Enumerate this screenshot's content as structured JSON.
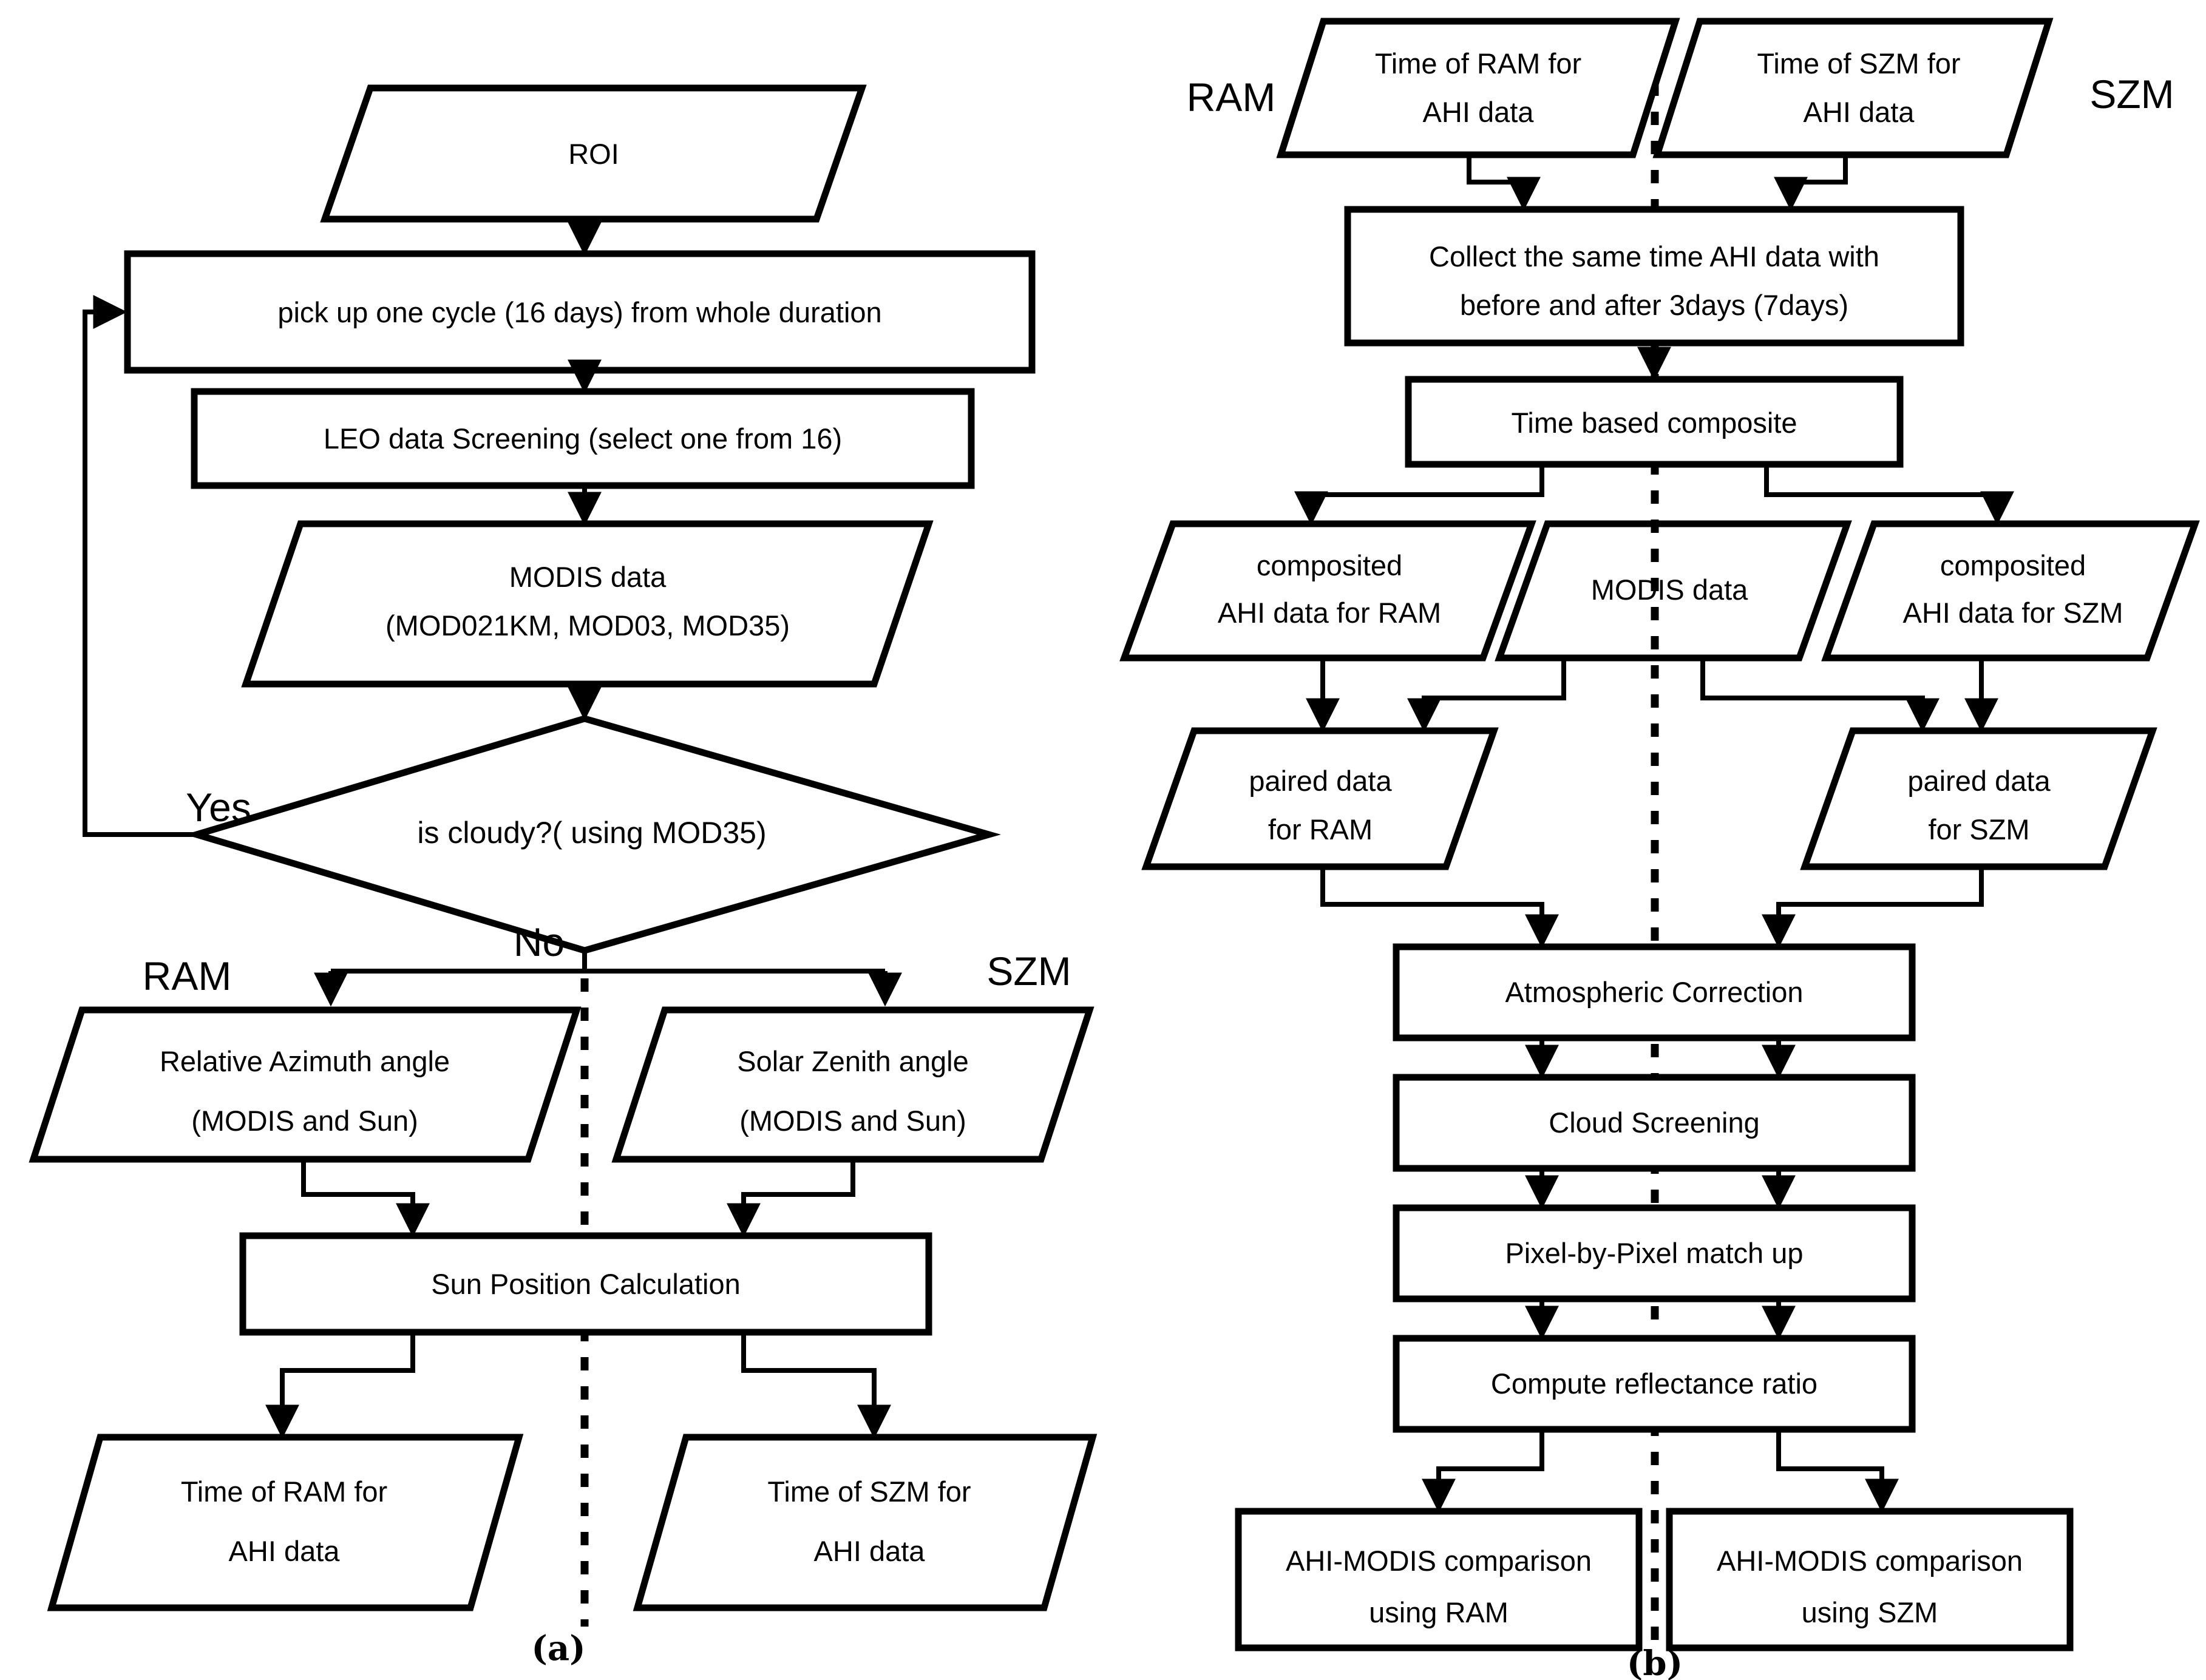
{
  "figure": {
    "panel_a_label": "(a)",
    "panel_b_label": "(b)"
  },
  "colors": {
    "ink": "#000000",
    "background": "#ffffff"
  },
  "a": {
    "roi": "ROI",
    "pickup": "pick up one cycle (16 days) from whole duration",
    "leo": "LEO data Screening (select one from 16)",
    "modis_line1": "MODIS data",
    "modis_line2": "(MOD021KM, MOD03, MOD35)",
    "decision": "is cloudy?( using MOD35)",
    "yes": "Yes",
    "no": "No",
    "ram": "RAM",
    "szm": "SZM",
    "relaz_line1": "Relative Azimuth angle",
    "relaz_line2": "(MODIS and Sun)",
    "solzen_line1": "Solar Zenith angle",
    "solzen_line2": "(MODIS and Sun)",
    "sun": "Sun Position Calculation",
    "time_ram_line1": "Time of RAM for",
    "time_ram_line2": "AHI data",
    "time_szm_line1": "Time of SZM for",
    "time_szm_line2": "AHI data"
  },
  "b": {
    "ram": "RAM",
    "szm": "SZM",
    "time_ram_line1": "Time of RAM for",
    "time_ram_line2": "AHI data",
    "time_szm_line1": "Time of SZM for",
    "time_szm_line2": "AHI data",
    "collect_line1": "Collect the same time AHI data with",
    "collect_line2": "before and after 3days (7days)",
    "composite": "Time based composite",
    "comp_ram_line1": "composited",
    "comp_ram_line2": "AHI data for RAM",
    "modis": "MODIS data",
    "comp_szm_line1": "composited",
    "comp_szm_line2": "AHI data for SZM",
    "paired_ram_line1": "paired data",
    "paired_ram_line2": "for RAM",
    "paired_szm_line1": "paired data",
    "paired_szm_line2": "for SZM",
    "atmcorr": "Atmospheric Correction",
    "cloud": "Cloud Screening",
    "pixel": "Pixel-by-Pixel match up",
    "ratio": "Compute reflectance ratio",
    "cmp_ram_line1": "AHI-MODIS comparison",
    "cmp_ram_line2": "using RAM",
    "cmp_szm_line1": "AHI-MODIS comparison",
    "cmp_szm_line2": "using SZM"
  }
}
